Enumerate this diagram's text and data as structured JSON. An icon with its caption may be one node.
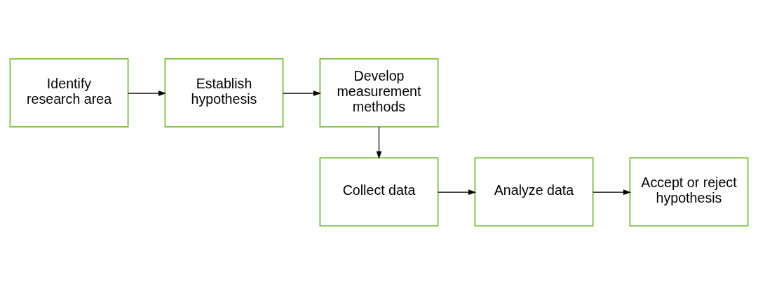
{
  "diagram": {
    "nodes": [
      {
        "text": [
          "Identify research area"
        ]
      },
      {
        "text": [
          "Establish hypothesis"
        ]
      },
      {
        "text": [
          "Develop measurement methods"
        ]
      },
      {
        "text": [
          "Collect data"
        ]
      },
      {
        "text": [
          "Analyze data"
        ]
      },
      {
        "text": [
          "Accept or reject hypothesis"
        ]
      }
    ],
    "edges": [
      {
        "from": 0,
        "to": 1,
        "arrow": "to"
      },
      {
        "from": 1,
        "to": 2,
        "arrow": "to"
      },
      {
        "from": 2,
        "to": 3,
        "arrow": "to"
      },
      {
        "from": 3,
        "to": 4,
        "arrow": "to"
      },
      {
        "from": 4,
        "to": 5,
        "arrow": "to"
      }
    ]
  }
}
